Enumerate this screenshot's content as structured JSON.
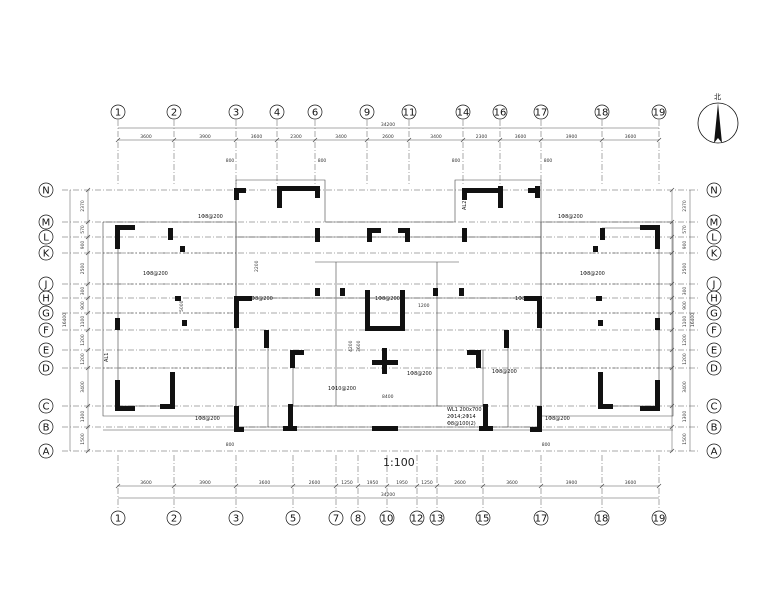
{
  "drawing": {
    "scale_label": "1:100",
    "north_label": "北"
  },
  "axes": {
    "top_columns": [
      "1",
      "2",
      "3",
      "4",
      "6",
      "9",
      "11",
      "14",
      "16",
      "17",
      "18",
      "19"
    ],
    "bottom_columns": [
      "1",
      "2",
      "3",
      "5",
      "7",
      "8",
      "10",
      "12",
      "13",
      "15",
      "17",
      "18",
      "19"
    ],
    "rows": [
      "N",
      "M",
      "L",
      "K",
      "J",
      "H",
      "G",
      "F",
      "E",
      "D",
      "C",
      "B",
      "A"
    ]
  },
  "dimensions": {
    "top_overall": "34200",
    "top_spans": [
      "3600",
      "3900",
      "3600",
      "2300",
      "3400",
      "2600",
      "3400",
      "2300",
      "3600",
      "3900",
      "3600"
    ],
    "top_notes": [
      "800",
      "800",
      "800",
      "800"
    ],
    "bottom_overall": "34200",
    "bottom_spans": [
      "3600",
      "3900",
      "3600",
      "2600",
      "1250",
      "1950",
      "1950",
      "1250",
      "2600",
      "3600",
      "3900",
      "3600"
    ],
    "bottom_notes": [
      "800",
      "800"
    ],
    "left_overall": "16400",
    "left_spans": [
      "2370",
      "570",
      "900",
      "2500",
      "300",
      "900",
      "1100",
      "1200",
      "1200",
      "3400",
      "1300",
      "1500"
    ],
    "right_overall": "16400",
    "right_spans": [
      "2370",
      "570",
      "900",
      "2500",
      "300",
      "900",
      "1100",
      "1200",
      "1200",
      "3400",
      "1300",
      "1500"
    ]
  },
  "labels": {
    "beam_a": "1Φ8@200",
    "beam_b": "1Φ8@200",
    "beam_c": "1Φ8@200",
    "beam_d": "1Φ8@200",
    "beam_e": "1Φ8@200",
    "beam_f": "1Φ8@200",
    "beam_g": "1Φ8@200",
    "beam_h": "1Φ8@200",
    "beam_i": "1Φ8@200",
    "beam_j": "1Φ10@200",
    "beam_k": "1Φ8@200",
    "beam_l": "1Φ8@200",
    "al1": "AL1",
    "al2": "AL2",
    "wl1": "WL1 200x700",
    "wl1_b": "2Φ14;2Φ14",
    "wl1_c": "Φ8@100(2)",
    "dim_4200": "4200",
    "dim_3600": "3600",
    "dim_8400": "8400",
    "dim_1200": "1200",
    "dim_5000": "5000",
    "dim_2200": "2200"
  }
}
